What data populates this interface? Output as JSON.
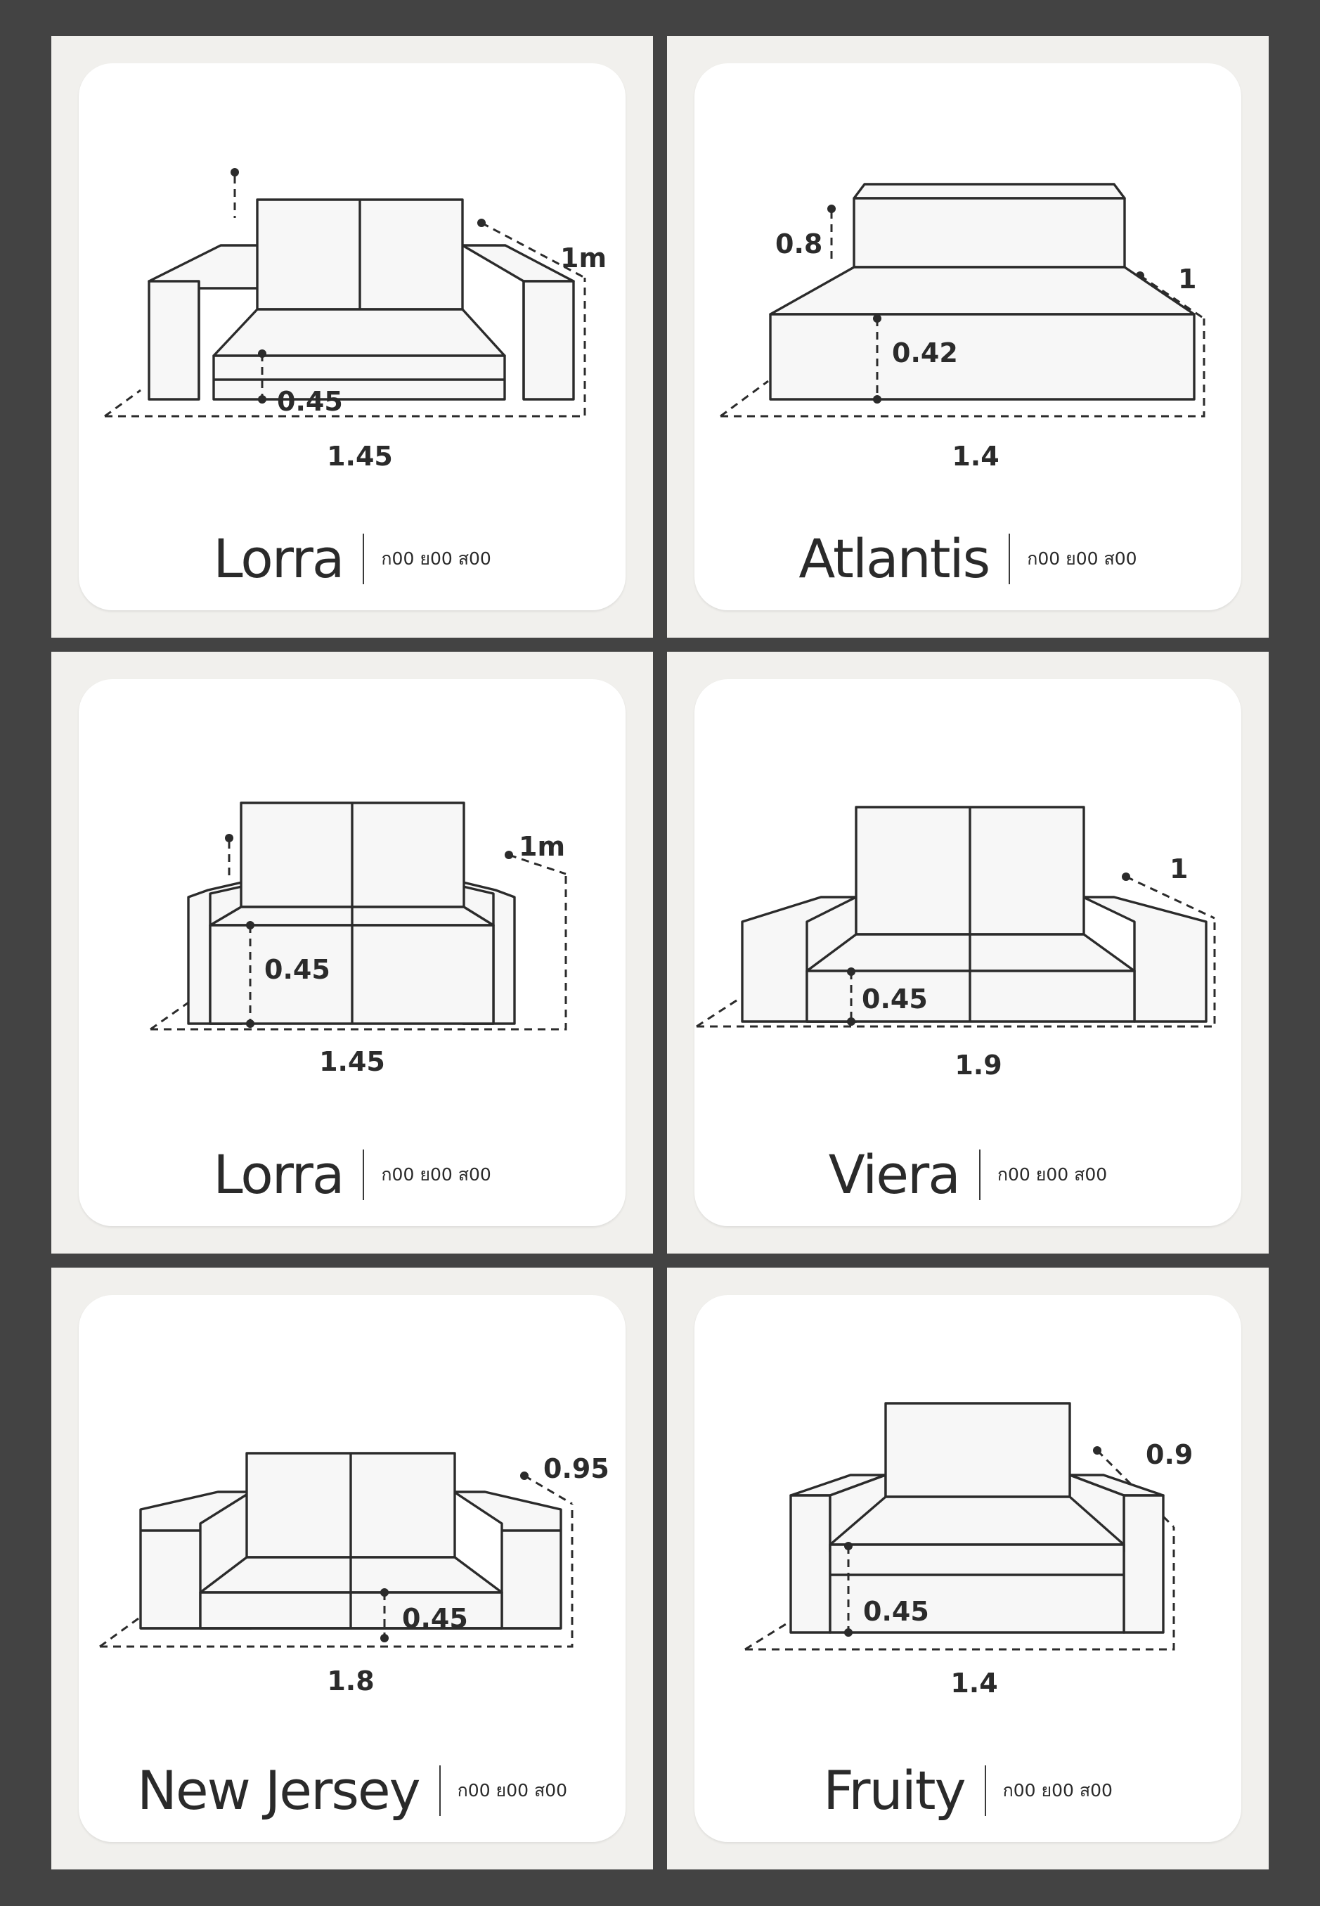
{
  "colors": {
    "frame": "#434343",
    "panel": "#f1f0ed",
    "card": "#ffffff",
    "ink": "#2b2b2b"
  },
  "sofas": [
    {
      "name": "Lorra",
      "code": "ก00 ย00 ส00",
      "width": "1.45",
      "seat_height": "0.45",
      "depth": "1m"
    },
    {
      "name": "Atlantis",
      "code": "ก00 ย00 ส00",
      "width": "1.4",
      "seat_height": "0.42",
      "depth": "1",
      "back_height": "0.8"
    },
    {
      "name": "Lorra",
      "code": "ก00 ย00 ส00",
      "width": "1.45",
      "seat_height": "0.45",
      "depth": "1m"
    },
    {
      "name": "Viera",
      "code": "ก00 ย00 ส00",
      "width": "1.9",
      "seat_height": "0.45",
      "depth": "1"
    },
    {
      "name": "New Jersey",
      "code": "ก00 ย00 ส00",
      "width": "1.8",
      "seat_height": "0.45",
      "depth": "0.95"
    },
    {
      "name": "Fruity",
      "code": "ก00 ย00 ส00",
      "width": "1.4",
      "seat_height": "0.45",
      "depth": "0.9"
    }
  ]
}
